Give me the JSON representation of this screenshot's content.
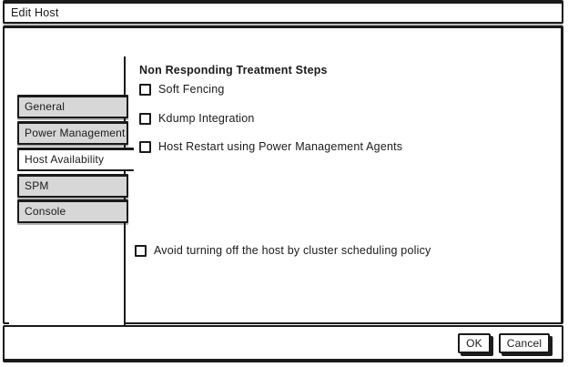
{
  "window": {
    "title": "Edit Host"
  },
  "sidebar": {
    "tabs": [
      {
        "label": "General",
        "selected": false
      },
      {
        "label": "Power Management",
        "selected": false
      },
      {
        "label": "Host Availability",
        "selected": true
      },
      {
        "label": "SPM",
        "selected": false
      },
      {
        "label": "Console",
        "selected": false
      }
    ]
  },
  "content": {
    "section_title": "Non Responding Treatment Steps",
    "checkboxes": [
      {
        "label": "Soft Fencing",
        "checked": false
      },
      {
        "label": "Kdump Integration",
        "checked": false
      },
      {
        "label": "Host Restart using Power Management Agents",
        "checked": false
      }
    ],
    "bottom_checkbox": {
      "label": "Avoid turning off the host by cluster scheduling policy",
      "checked": false
    }
  },
  "footer": {
    "ok_label": "OK",
    "cancel_label": "Cancel"
  },
  "colors": {
    "border": "#1a1a1a",
    "tab_fill": "#d7d7d7",
    "background": "#ffffff"
  }
}
